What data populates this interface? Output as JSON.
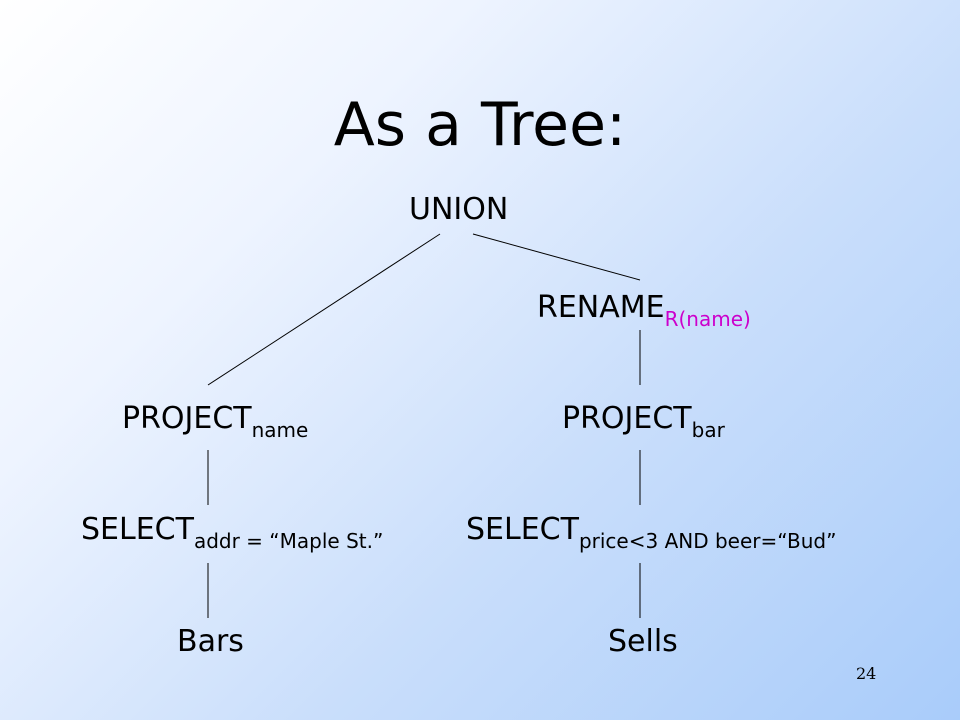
{
  "slide": {
    "title": "As a Tree:",
    "page_number": "24"
  },
  "tree": {
    "union": {
      "label": "UNION"
    },
    "rename": {
      "label": "RENAME",
      "subscript": "R(name)",
      "subscript_color": "#cc00cc"
    },
    "project_left": {
      "label": "PROJECT",
      "subscript": "name"
    },
    "project_right": {
      "label": "PROJECT",
      "subscript": "bar"
    },
    "select_left": {
      "label": "SELECT",
      "subscript": "addr = “Maple St.”"
    },
    "select_right": {
      "label": "SELECT",
      "subscript": "price<3 AND beer=“Bud”"
    },
    "bars": {
      "label": "Bars"
    },
    "sells": {
      "label": "Sells"
    }
  },
  "colors": {
    "background_light": "#ffffff",
    "background_dark": "#a9ccfa",
    "text": "#000000",
    "subscript_accent": "#cc00cc"
  }
}
